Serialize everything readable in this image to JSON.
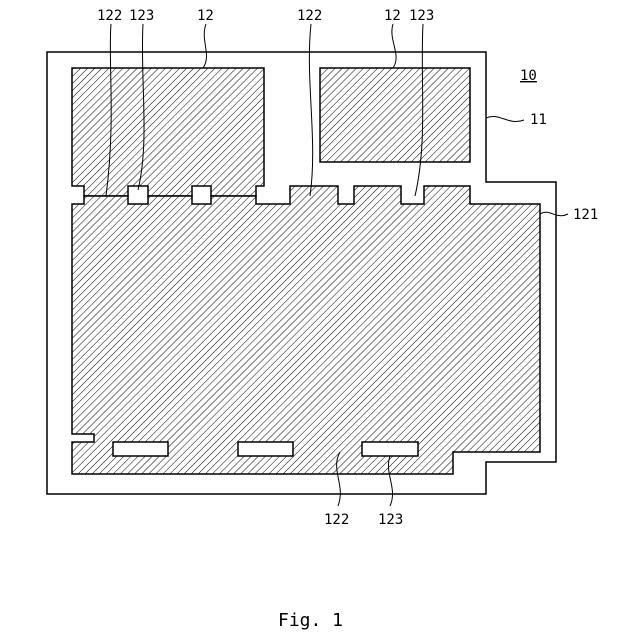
{
  "figure": {
    "caption": "Fig. 1",
    "labels": {
      "ref_10": "10",
      "ref_11": "11",
      "ref_121": "121",
      "top_122_left": "122",
      "top_123_left": "123",
      "top_12_left": "12",
      "top_122_right": "122",
      "top_12_right": "12",
      "top_123_right": "123",
      "bottom_122": "122",
      "bottom_123": "123"
    },
    "colors": {
      "line": "#000000",
      "hatch": "#000000",
      "fill": "#ffffff"
    }
  }
}
